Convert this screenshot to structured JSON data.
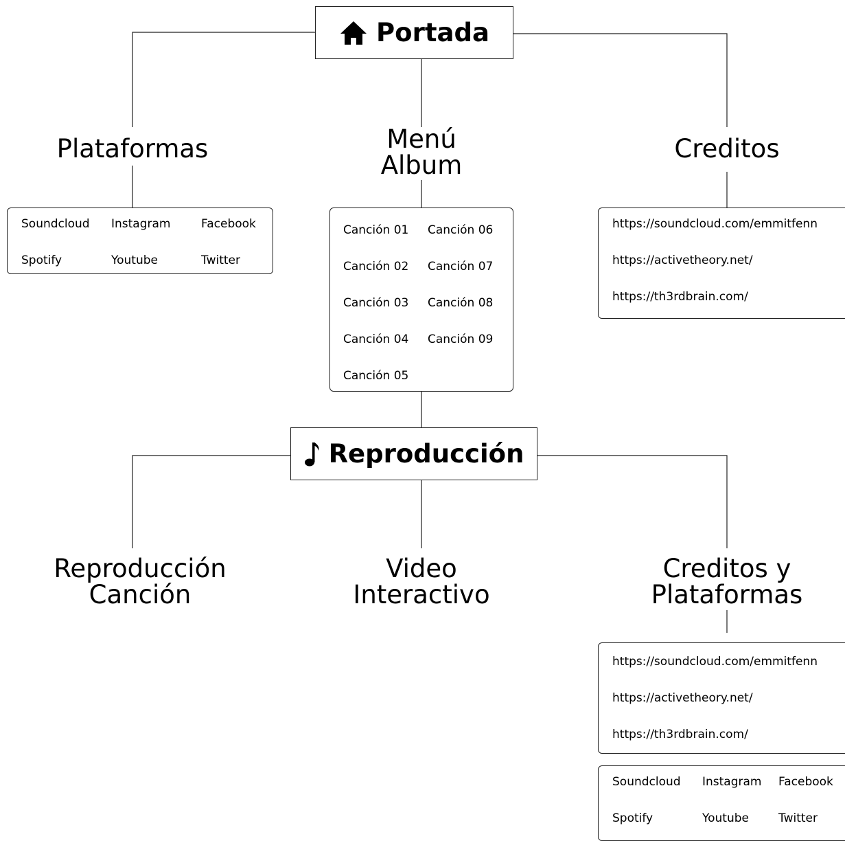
{
  "hubs": {
    "portada": {
      "label": "Portada",
      "icon": "home-icon"
    },
    "reproduccion": {
      "label": "Reproducción",
      "icon": "music-note-icon"
    }
  },
  "nodes": {
    "plataformas": "Plataformas",
    "menu_album": [
      "Menú",
      "Album"
    ],
    "creditos": "Creditos",
    "reproduccion_cancion": [
      "Reproducción",
      "Canción"
    ],
    "video_interactivo": [
      "Video",
      "Interactivo"
    ],
    "creditos_plataformas": [
      "Creditos y",
      "Plataformas"
    ]
  },
  "platforms": [
    "Soundcloud",
    "Instagram",
    "Facebook",
    "Spotify",
    "Youtube",
    "Twitter"
  ],
  "songs": [
    "Canción 01",
    "Canción 02",
    "Canción 03",
    "Canción 04",
    "Canción 05",
    "Canción 06",
    "Canción 07",
    "Canción 08",
    "Canción 09"
  ],
  "credits": [
    "https://soundcloud.com/emmitfenn",
    "https://activetheory.net/",
    "https://th3rdbrain.com/"
  ],
  "colors": {
    "line": "#222222",
    "text": "#000000",
    "background": "#ffffff"
  }
}
